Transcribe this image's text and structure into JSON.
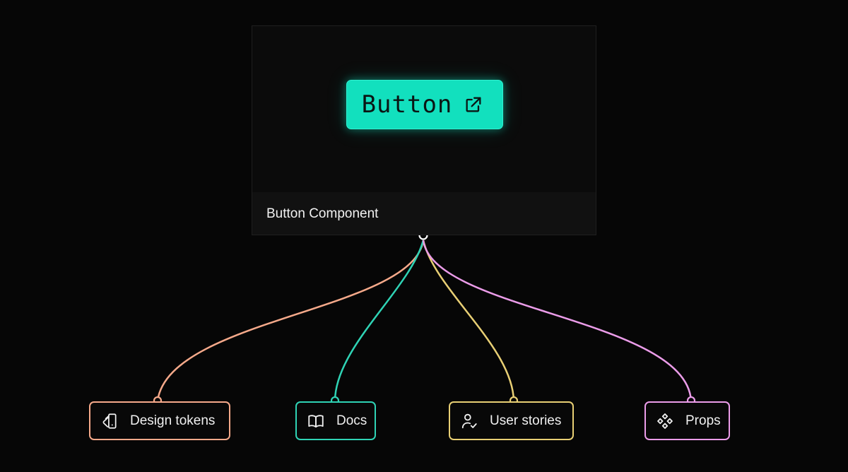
{
  "component_card": {
    "demo_button_label": "Button",
    "demo_button_icon": "external-link-icon",
    "title": "Button Component"
  },
  "colors": {
    "background": "#060606",
    "button_accent": "#12e0be",
    "design_tokens": "#f5a98a",
    "docs": "#2fd3b5",
    "user_stories": "#e8cf74",
    "props": "#eb9ce9"
  },
  "nodes": [
    {
      "label": "Design tokens",
      "icon": "design-tokens-icon"
    },
    {
      "label": "Docs",
      "icon": "book-icon"
    },
    {
      "label": "User stories",
      "icon": "user-check-icon"
    },
    {
      "label": "Props",
      "icon": "component-diamonds-icon"
    }
  ]
}
